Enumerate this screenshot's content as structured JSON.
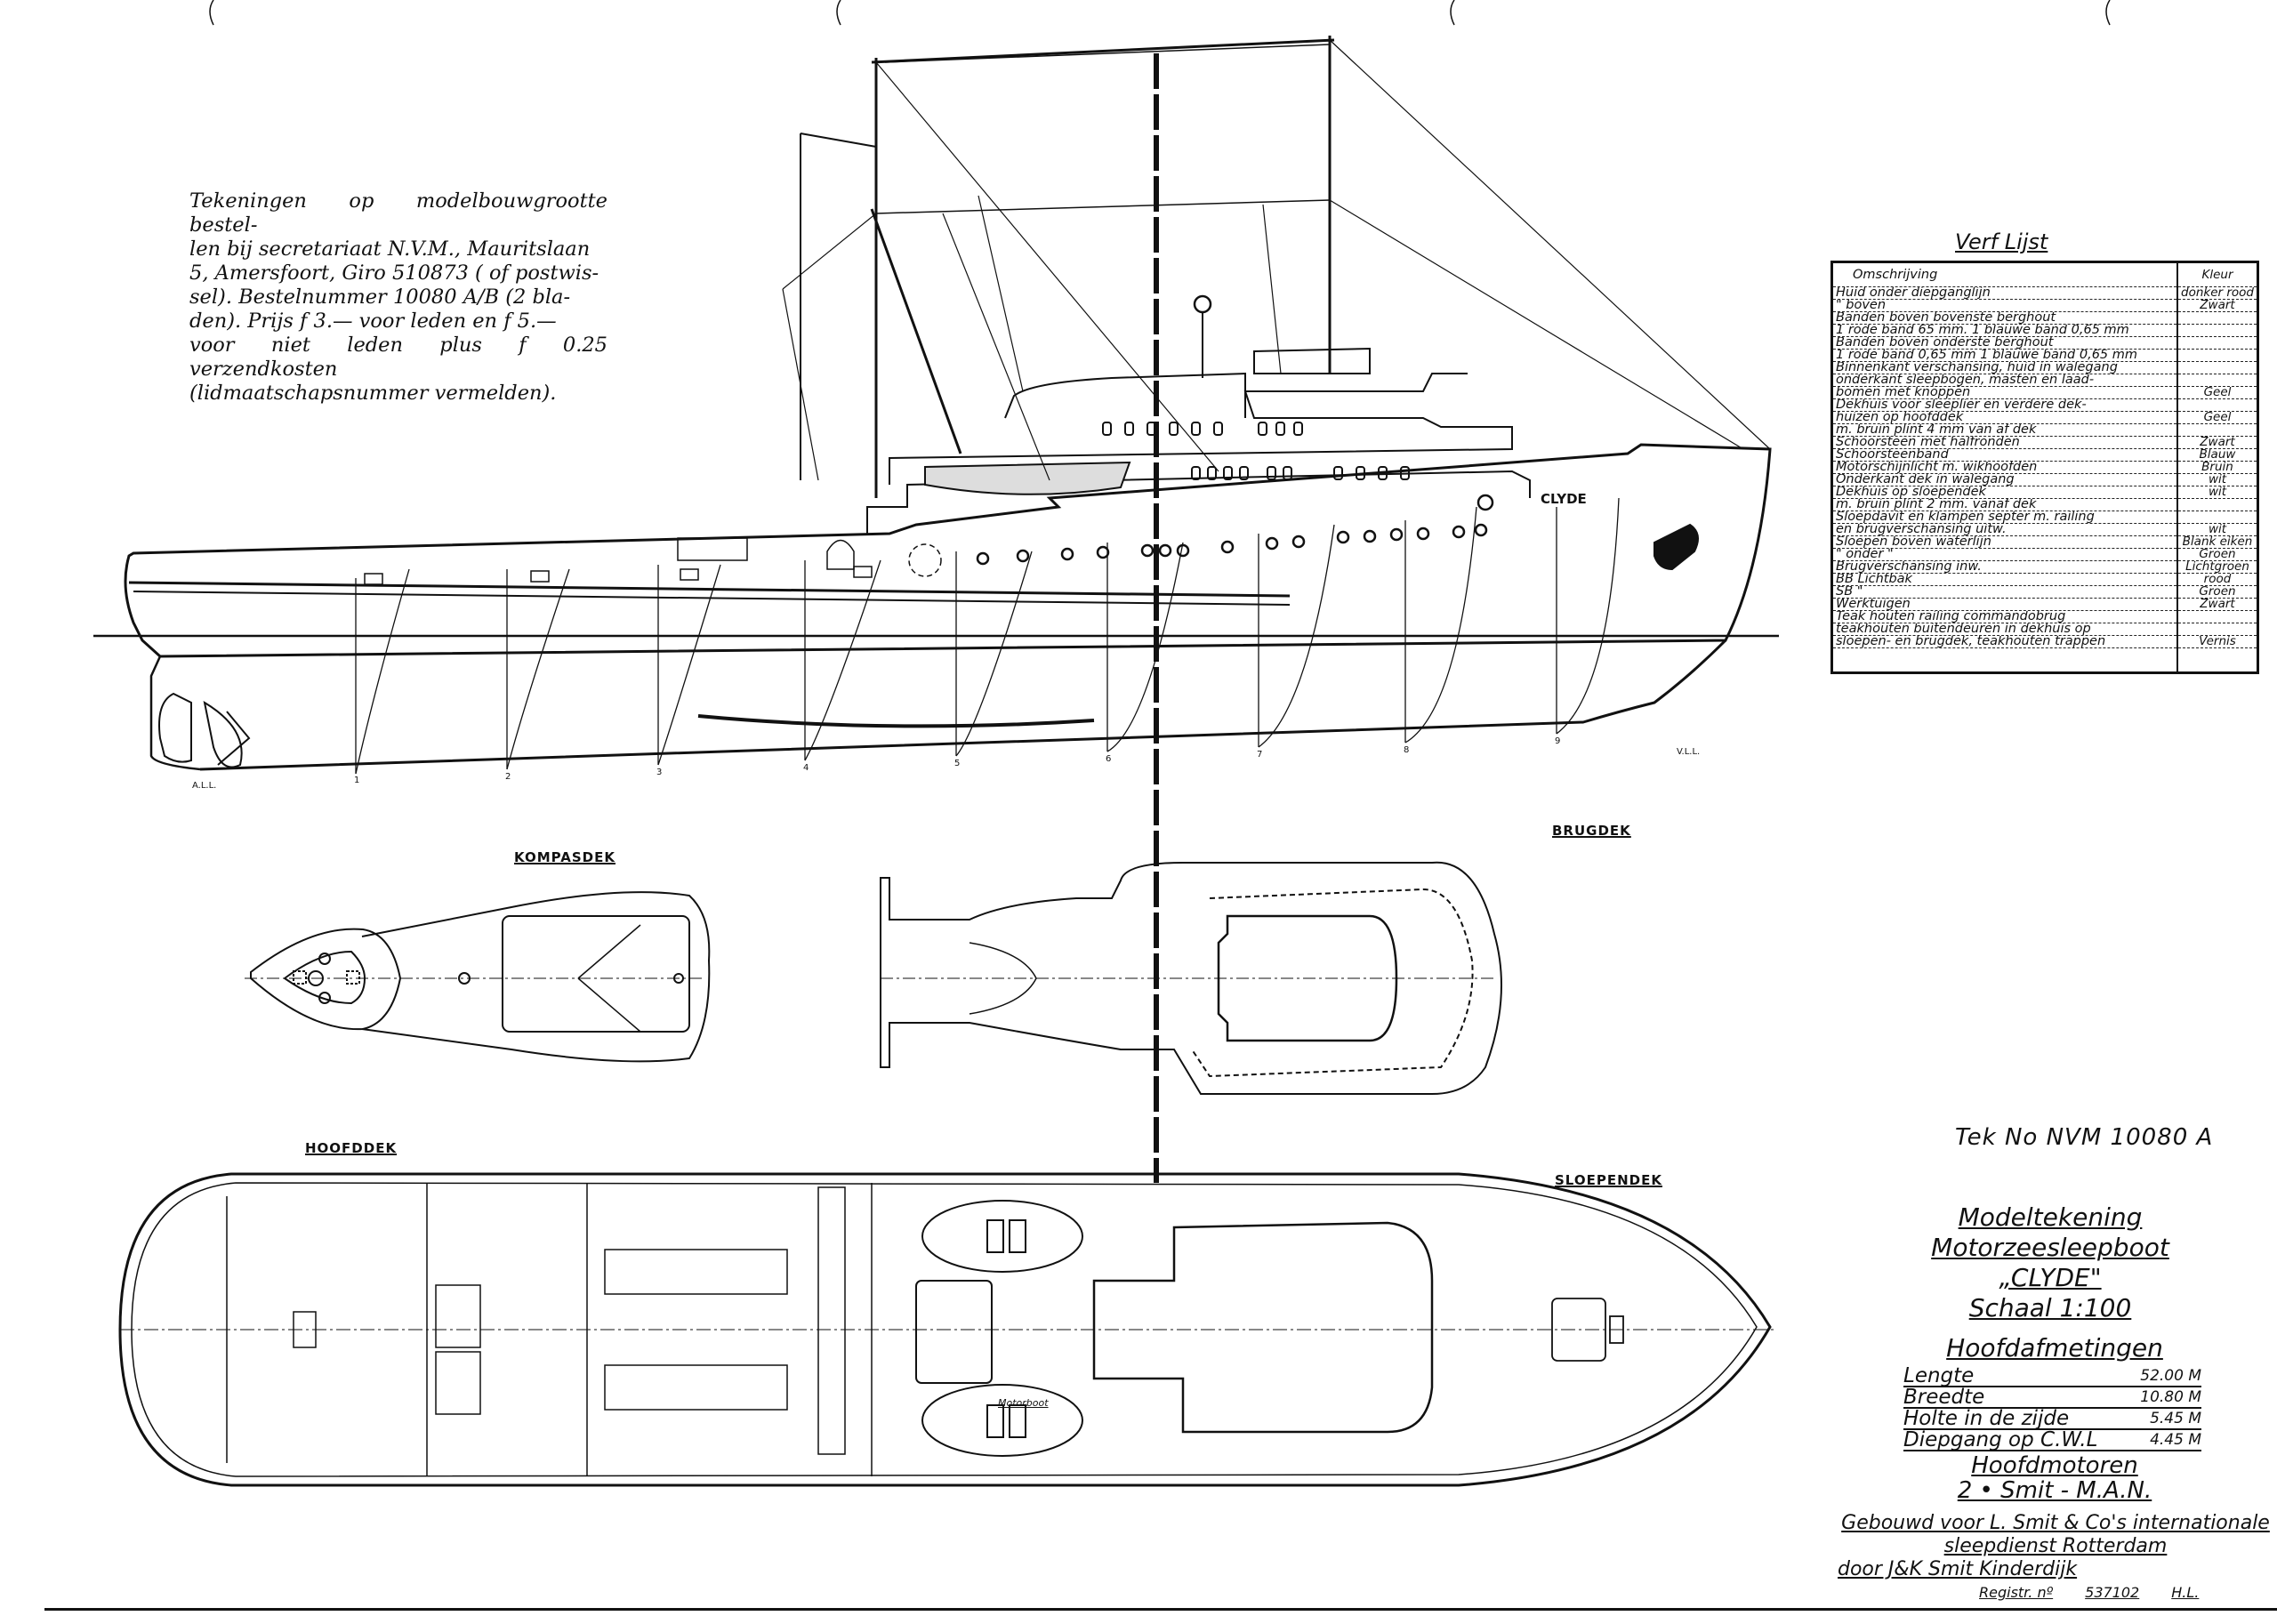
{
  "order_note": {
    "lines": [
      "Tekeningen op modelbouwgrootte bestel-",
      "len bij secretariaat N.V.M., Mauritslaan",
      "5, Amersfoort, Giro 510873 ( of postwis-",
      "sel). Bestelnummer 10080 A/B (2 bla-",
      "den). Prijs f 3.— voor leden en f 5.—",
      "voor niet leden plus f 0.25 verzendkosten",
      "(lidmaatschapsnummer vermelden)."
    ]
  },
  "views": {
    "kompasdek": "KOMPASDEK",
    "brugdek": "BRUGDEK",
    "hoofddek": "HOOFDDEK",
    "sloependek": "SLOEPENDEK",
    "hull_name": "CLYDE",
    "motorboat": "Motorboot",
    "aft_mark": "A.L.L.",
    "fwd_mark": "V.L.L.",
    "stations": [
      "1",
      "2",
      "3",
      "4",
      "5",
      "6",
      "7",
      "8",
      "9"
    ]
  },
  "paint_list": {
    "title": "Verf Lijst",
    "header": {
      "description": "Omschrijving",
      "color": "Kleur"
    },
    "rows": [
      {
        "d": "Huid onder diepganglijn",
        "c": "donker rood"
      },
      {
        "d": "  \"   boven",
        "c": "Zwart"
      },
      {
        "d": "Banden boven bovenste berghout",
        "c": ""
      },
      {
        "d": "  1 rode band 65 mm.  1 blauwe band 0,65 mm",
        "c": ""
      },
      {
        "d": "Banden boven onderste berghout",
        "c": ""
      },
      {
        "d": "  1 rode band 0,65 mm   1 blauwe band 0,65 mm",
        "c": ""
      },
      {
        "d": "Binnenkant verschansing, huid in walegang",
        "c": ""
      },
      {
        "d": "onderkant sleepbogen, masten en laad-",
        "c": ""
      },
      {
        "d": "bomen met knoppen",
        "c": "Geel"
      },
      {
        "d": "Dekhuis voor sleeplier en verdere dek-",
        "c": ""
      },
      {
        "d": "huizen op hoofddek",
        "c": "Geel"
      },
      {
        "d": "   m. bruin plint  4 mm van af dek",
        "c": ""
      },
      {
        "d": "Schoorsteen met halfronden",
        "c": "Zwart"
      },
      {
        "d": "Schoorsteenband",
        "c": "Blauw"
      },
      {
        "d": "Motorschijnlicht m. wikhoofden",
        "c": "Bruin"
      },
      {
        "d": "Onderkant dek in walegang",
        "c": "wit"
      },
      {
        "d": "Dekhuis op sloependek",
        "c": "wit"
      },
      {
        "d": "   m. bruin plint  2 mm. vanaf dek",
        "c": ""
      },
      {
        "d": "Sloepdavit en klampen septer m. railing",
        "c": ""
      },
      {
        "d": "  en brugverschansing uitw.",
        "c": "wit"
      },
      {
        "d": "Sloepen boven waterlijn",
        "c": "Blank eiken"
      },
      {
        "d": "   \"   onder   \"",
        "c": "Groen"
      },
      {
        "d": "Brugverschansing inw.",
        "c": "Lichtgroen"
      },
      {
        "d": "BB Lichtbak",
        "c": "rood"
      },
      {
        "d": "SB   \"",
        "c": "Groen"
      },
      {
        "d": "Werktuigen",
        "c": "Zwart"
      },
      {
        "d": "Teak houten railing commandobrug",
        "c": ""
      },
      {
        "d": "teakhouten buitendeuren in dekhuis op",
        "c": ""
      },
      {
        "d": "sloepen- en brugdek, teakhouten trappen",
        "c": "Vernis"
      },
      {
        "d": "",
        "c": ""
      }
    ]
  },
  "title_block": {
    "tek_no": "Tek No NVM   10080 A",
    "lines": [
      "Modeltekening",
      "Motorzeesleepboot",
      "„CLYDE\"",
      "Schaal  1:100"
    ],
    "dims_title": "Hoofdafmetingen",
    "dims": [
      {
        "k": "Lengte",
        "v": "52.00 M"
      },
      {
        "k": "Breedte",
        "v": "10.80 M"
      },
      {
        "k": "Holte in de zijde",
        "v": "5.45 M"
      },
      {
        "k": "Diepgang op C.W.L",
        "v": "4.45 M"
      }
    ],
    "engines_title": "Hoofdmotoren",
    "engines": "2 • Smit - M.A.N.",
    "built_for_1": "Gebouwd voor L. Smit & Co's internationale",
    "built_for_2": "sleepdienst Rotterdam",
    "built_by": "door  J&K Smit  Kinderdijk",
    "reg_label": "Registr. nº",
    "reg_no": "537102",
    "initials": "H.L."
  }
}
